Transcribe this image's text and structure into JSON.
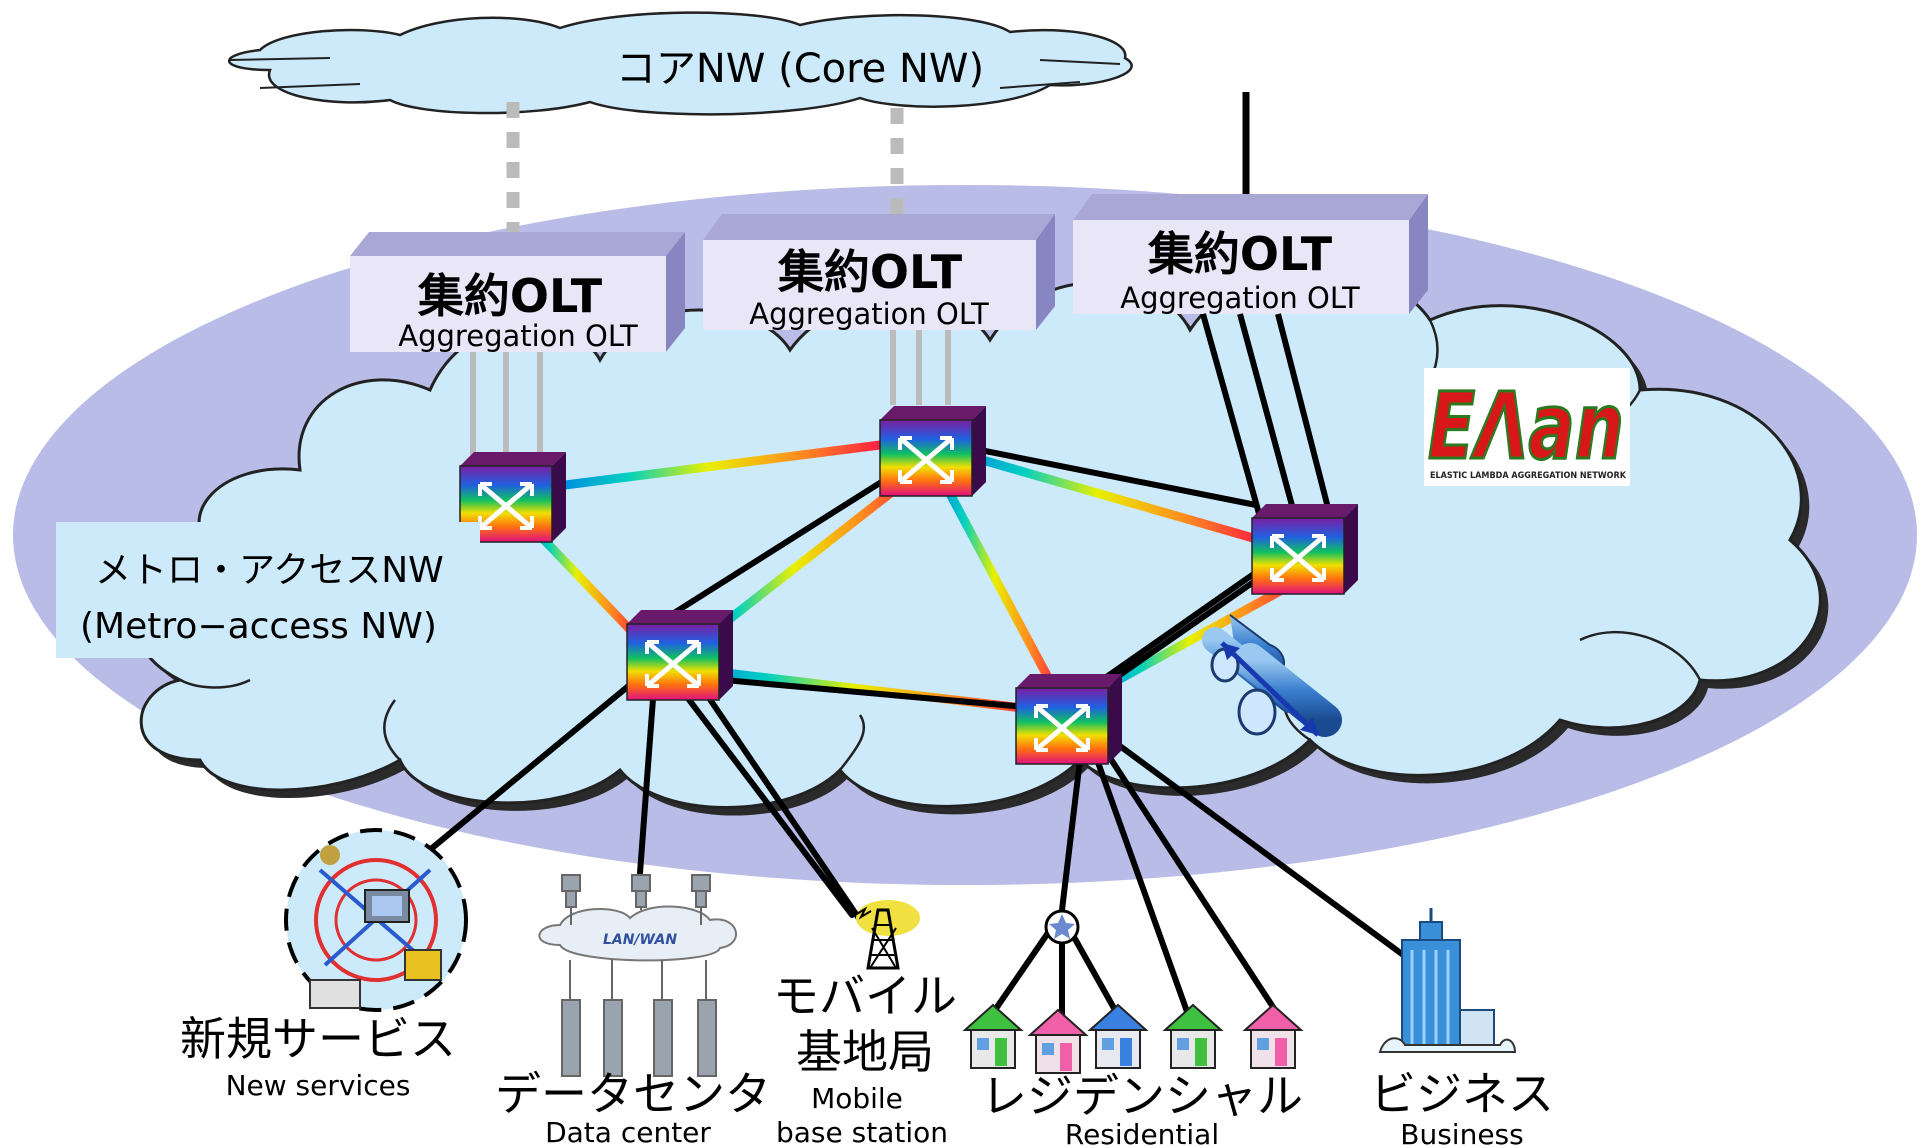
{
  "core_network": {
    "label": "コアNW (Core NW)"
  },
  "metro_network": {
    "label_ja": "メトロ・アクセスNW",
    "label_en": "(Metro−access NW)"
  },
  "aggregation_olts": [
    {
      "label_ja": "集約OLT",
      "label_en": "Aggregation OLT"
    },
    {
      "label_ja": "集約OLT",
      "label_en": "Aggregation OLT"
    },
    {
      "label_ja": "集約OLT",
      "label_en": "Aggregation OLT"
    }
  ],
  "logo": {
    "mark": "EΛan",
    "subtitle": "ELASTIC LAMBDA AGGREGATION NETWORK"
  },
  "endpoints": {
    "new_services": {
      "label_ja": "新規サービス",
      "label_en": "New services"
    },
    "data_center": {
      "label_ja": "データセンタ",
      "label_en": "Data center",
      "lan_label": "LAN/WAN"
    },
    "mobile": {
      "label_ja_1": "モバイル",
      "label_ja_2": "基地局",
      "label_en_1": "Mobile",
      "label_en_2": "base station"
    },
    "residential": {
      "label_ja": "レジデンシャル",
      "label_en": "Residential"
    },
    "business": {
      "label_ja": "ビジネス",
      "label_en": "Business"
    }
  },
  "colors": {
    "cloud_fill": "#cdeafa",
    "ellipse_fill": "#b9bce6",
    "olt_front": "#e8e6f7",
    "olt_top": "#a8a7d6",
    "label_box": "#cdeafa",
    "link_dark": "#000000",
    "link_gray": "#bbbbbb"
  }
}
